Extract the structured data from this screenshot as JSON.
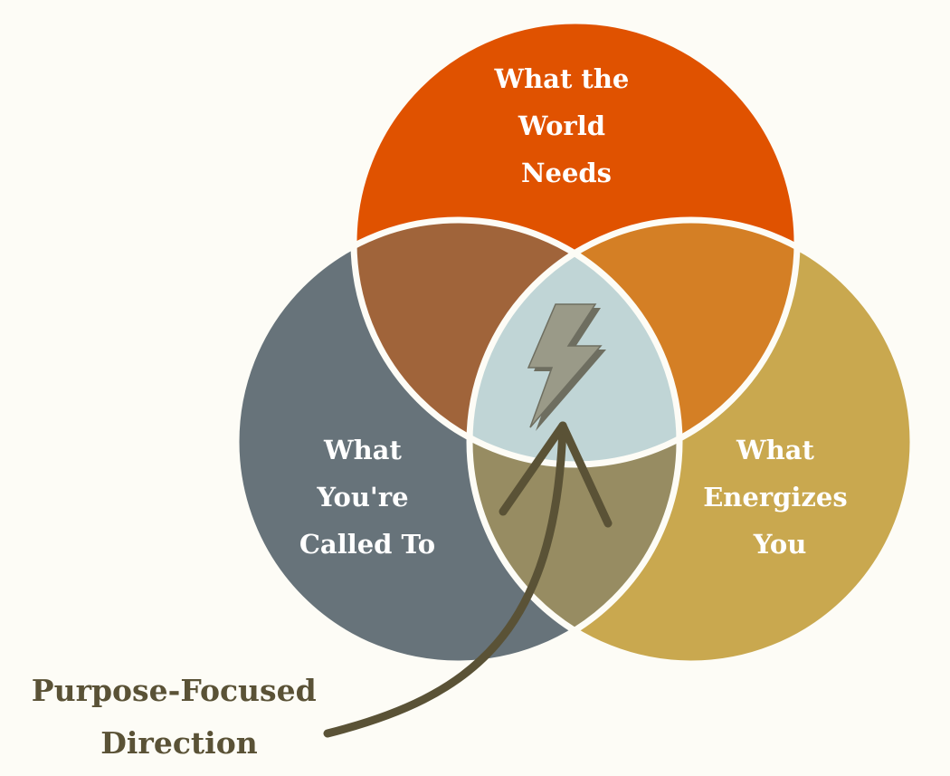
{
  "circles": {
    "world_needs": {
      "label_lines": [
        "What the",
        "World",
        "Needs"
      ],
      "color": "#E05200"
    },
    "called_to": {
      "label_lines": [
        "What",
        "You're",
        "Called To"
      ],
      "color": "#67737A"
    },
    "energizes": {
      "label_lines": [
        "What",
        "Energizes",
        "You"
      ],
      "color": "#C9A84F"
    }
  },
  "overlaps": {
    "world_called": "#A0643A",
    "world_energizes": "#D47F25",
    "called_energizes": "#978C62",
    "center": "#C0D5D6"
  },
  "outline_color": "#FDFCF6",
  "center_icon": "lightning-bolt-icon",
  "callout": {
    "label_lines": [
      "Purpose-Focused",
      "Direction"
    ],
    "arrow_color": "#5A5236"
  }
}
